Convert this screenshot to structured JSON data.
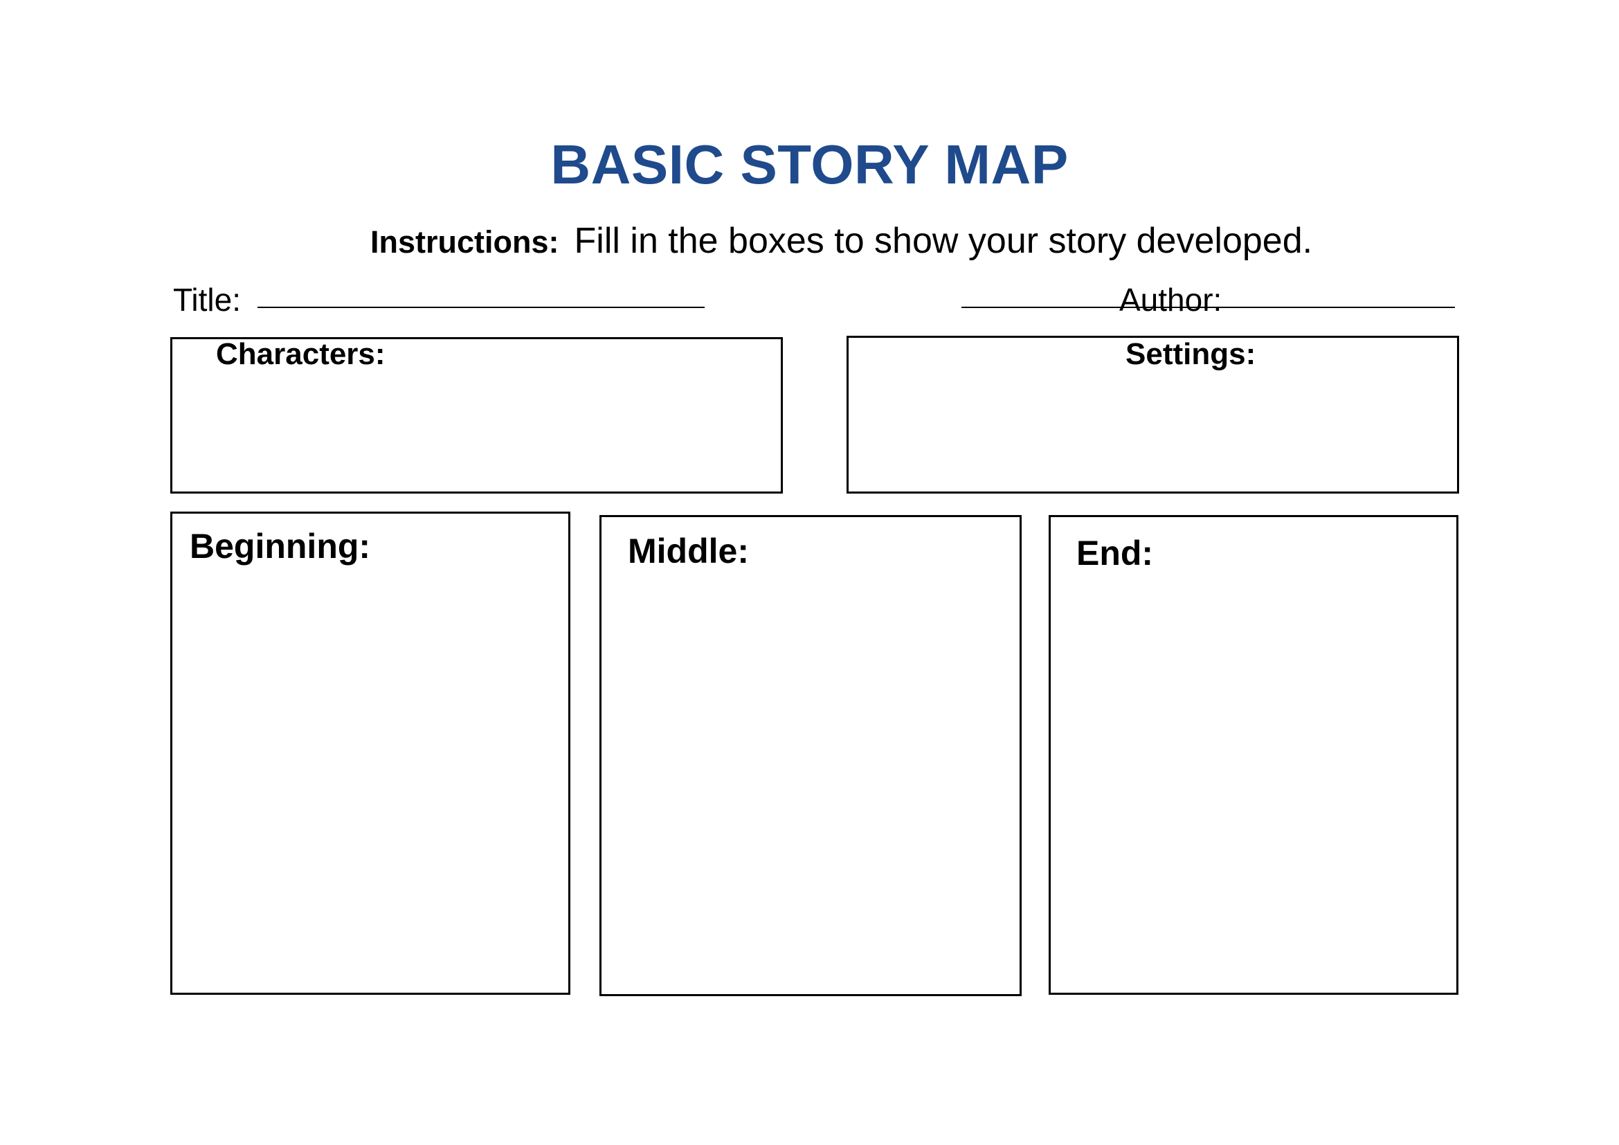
{
  "header": {
    "title": "BASIC STORY MAP",
    "instructions_label": "Instructions:",
    "instructions_text": "Fill in the boxes to show your story developed."
  },
  "fields": {
    "title_label": "Title:",
    "author_label": "Author:"
  },
  "boxes": {
    "characters": "Characters:",
    "settings": "Settings:",
    "beginning": "Beginning:",
    "middle": "Middle:",
    "end": "End:"
  },
  "colors": {
    "title": "#1F4A8C",
    "text": "#000000",
    "border": "#000000",
    "background": "#FFFFFF"
  }
}
